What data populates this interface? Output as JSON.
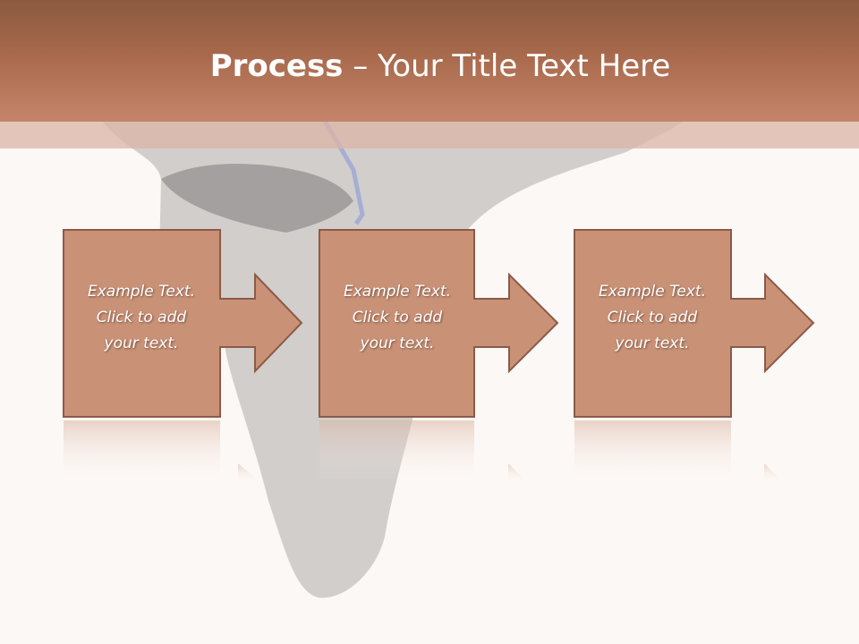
{
  "title": {
    "bold": "Process",
    "rest": " – Your Title Text Here"
  },
  "steps": [
    {
      "label": "Example Text.\nClick  to add\nyour text."
    },
    {
      "label": "Example Text.\nClick  to add\nyour text."
    },
    {
      "label": "Example Text.\nClick  to add\nyour text."
    }
  ],
  "colors": {
    "title_bar": "#a8694c",
    "box_fill": "#c99277",
    "box_border": "#8c5a48",
    "background": "#fcf8f5"
  }
}
